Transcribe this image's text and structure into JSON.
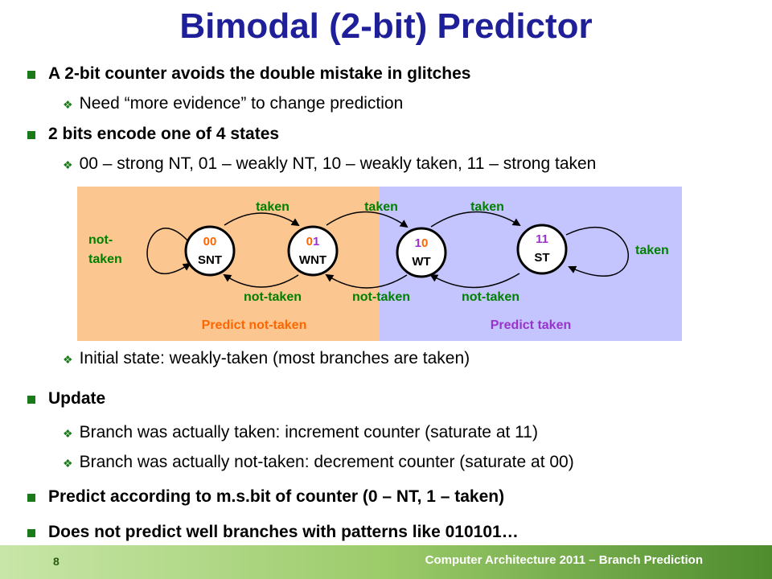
{
  "title": "Bimodal (2-bit) Predictor",
  "bullets": {
    "b1": "A 2-bit counter avoids the double mistake in glitches",
    "b1_sub1": "Need “more evidence” to change prediction",
    "b2": "2 bits encode one of 4 states",
    "b2_sub1": "00 – strong NT, 01 – weakly NT, 10 – weakly taken, 11 – strong taken",
    "b2_sub2": "Initial state: weakly-taken (most branches are taken)",
    "b3": "Update",
    "b3_sub1": "Branch was actually taken: increment counter (saturate at 11)",
    "b3_sub2": "Branch was actually not-taken: decrement counter (saturate at 00)",
    "b4": "Predict according to m.s.bit of counter (0 – NT, 1 – taken)",
    "b5": "Does not predict well branches with patterns like 010101…"
  },
  "diagram": {
    "states": [
      {
        "bit1": "0",
        "bit2": "0",
        "name": "SNT"
      },
      {
        "bit1": "0",
        "bit2": "1",
        "name": "WNT"
      },
      {
        "bit1": "1",
        "bit2": "0",
        "name": "WT"
      },
      {
        "bit1": "1",
        "bit2": "1",
        "name": "ST"
      }
    ],
    "labels": {
      "taken_1": "taken",
      "taken_2": "taken",
      "taken_3": "taken",
      "not_taken_1": "not-taken",
      "not_taken_2": "not-taken",
      "not_taken_3": "not-taken",
      "self_not_taken_1": "not-",
      "self_not_taken_2": "taken",
      "self_taken": "taken"
    },
    "regions": {
      "left": "Predict not-taken",
      "right": "Predict taken"
    },
    "colors": {
      "left_region": "#fcc690",
      "right_region": "#c4c4ff",
      "green_text": "#008000",
      "orange_text": "#ff6600",
      "purple_text": "#9933cc",
      "title": "#1f1f99"
    }
  },
  "footer": {
    "page_number": "8",
    "course": "Computer Architecture 2011 – Branch Prediction"
  }
}
